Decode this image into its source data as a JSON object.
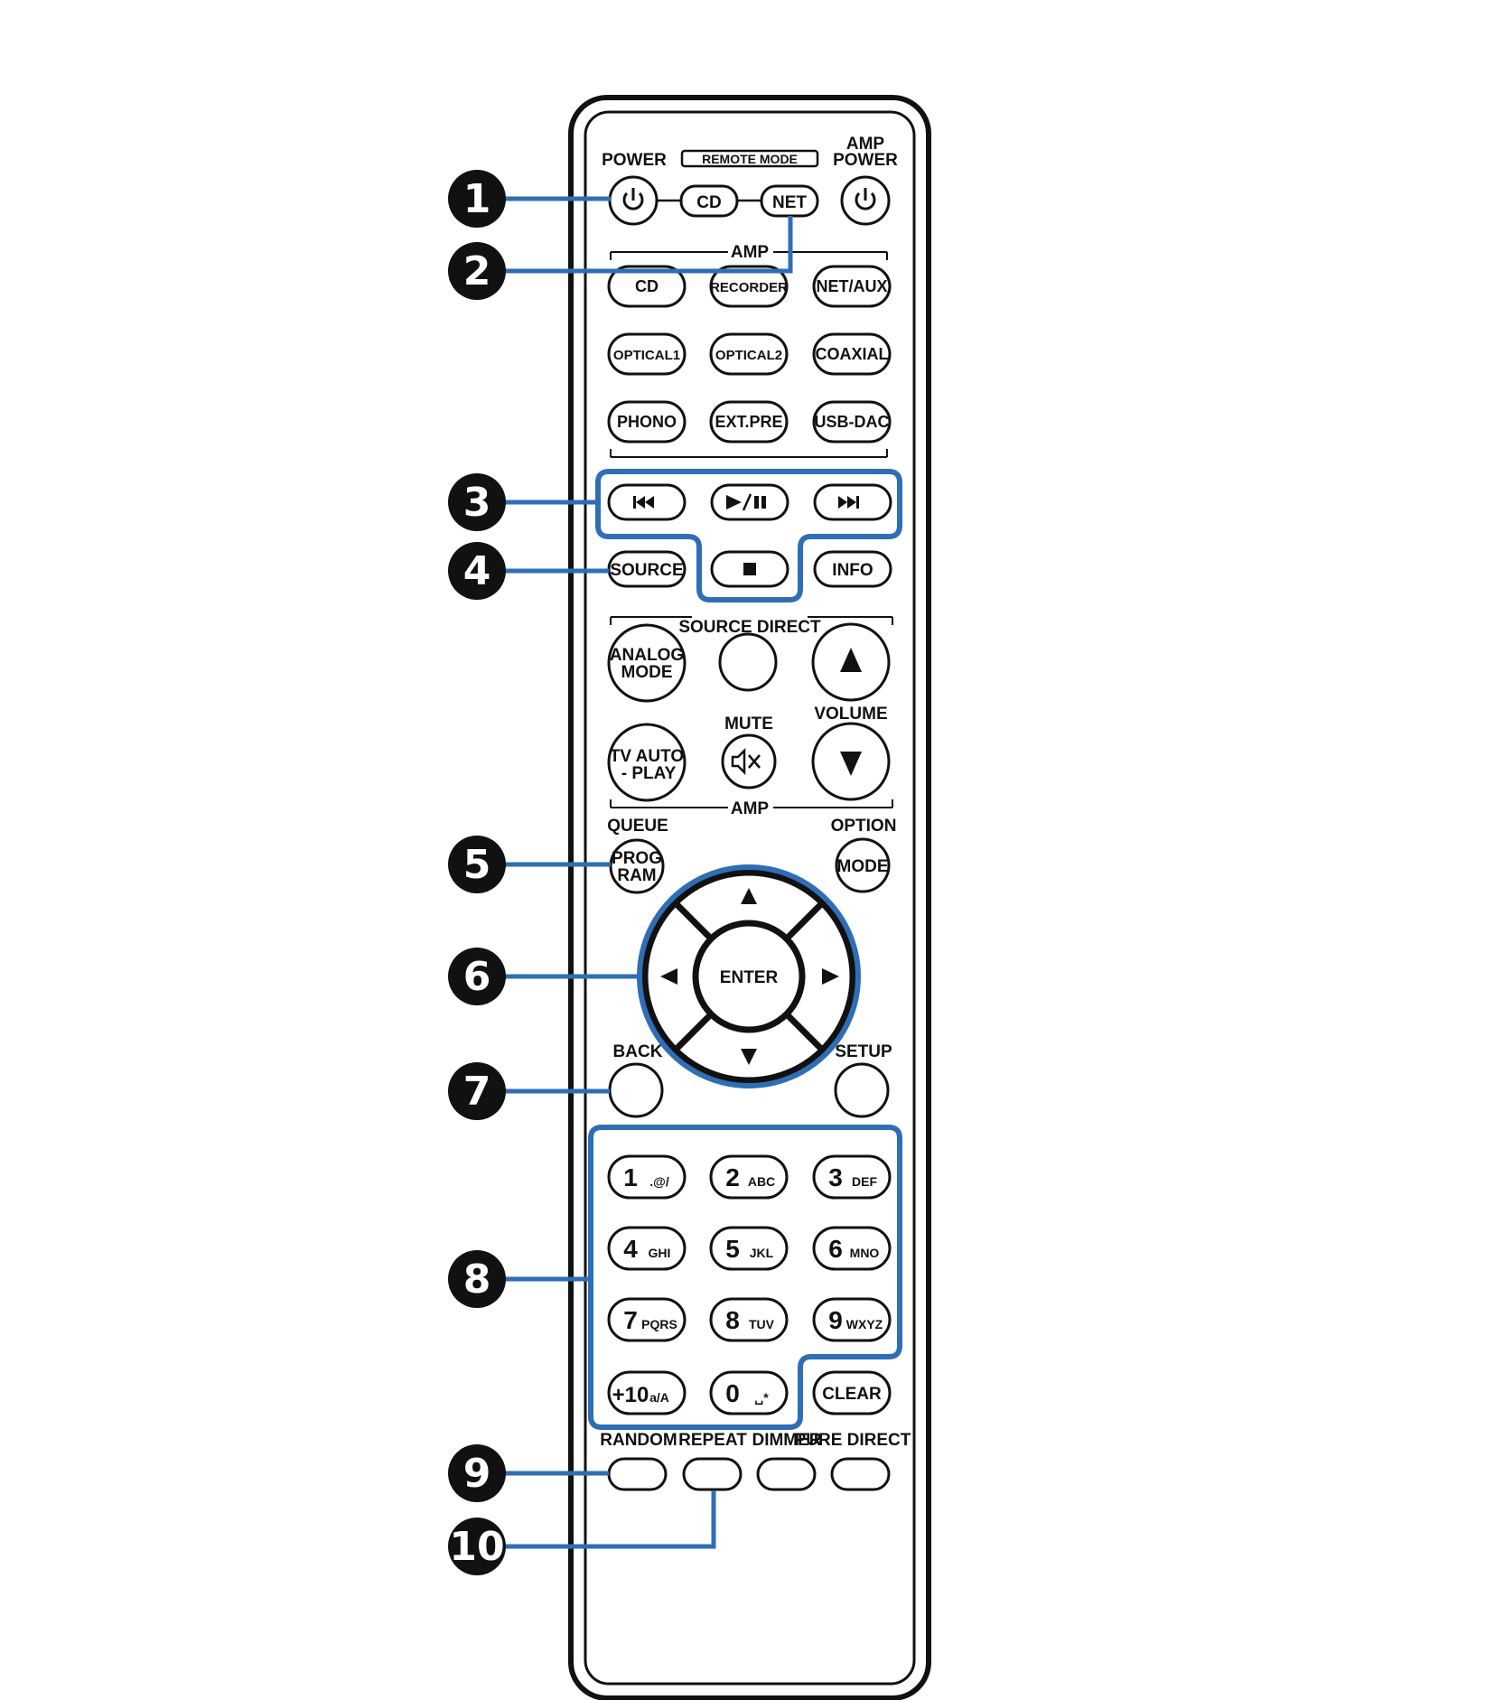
{
  "colors": {
    "accent": "#2f6eb5",
    "outline": "#111111",
    "background": "#ffffff"
  },
  "callouts": [
    "1",
    "2",
    "3",
    "4",
    "5",
    "6",
    "7",
    "8",
    "9",
    "10"
  ],
  "top": {
    "power": "POWER",
    "remote_mode": "REMOTE MODE",
    "cd": "CD",
    "net": "NET",
    "amp_power_1": "AMP",
    "amp_power_2": "POWER"
  },
  "amp_group": {
    "label": "AMP",
    "row1": [
      "CD",
      "RECORDER",
      "NET/AUX"
    ],
    "row2": [
      "OPTICAL1",
      "OPTICAL2",
      "COAXIAL"
    ],
    "row3": [
      "PHONO",
      "EXT.PRE",
      "USB-DAC"
    ]
  },
  "transport": {
    "prev_icon": "skip-previous-icon",
    "play_pause_icon": "play-pause-icon",
    "next_icon": "skip-next-icon",
    "stop_icon": "stop-icon"
  },
  "mid": {
    "source": "SOURCE",
    "info": "INFO"
  },
  "amp_group2": {
    "source_direct": "SOURCE DIRECT",
    "analog_mode_1": "ANALOG",
    "analog_mode_2": "MODE",
    "volume": "VOLUME",
    "mute": "MUTE",
    "tv_auto_1": "TV AUTO",
    "tv_auto_2": "- PLAY",
    "label": "AMP"
  },
  "nav": {
    "queue": "QUEUE",
    "program_1": "PROG",
    "program_2": "RAM",
    "option": "OPTION",
    "mode": "MODE",
    "enter": "ENTER",
    "back": "BACK",
    "setup": "SETUP"
  },
  "numpad": {
    "keys": [
      {
        "num": "1",
        "sub": ".@/"
      },
      {
        "num": "2",
        "sub": "ABC"
      },
      {
        "num": "3",
        "sub": "DEF"
      },
      {
        "num": "4",
        "sub": "GHI"
      },
      {
        "num": "5",
        "sub": "JKL"
      },
      {
        "num": "6",
        "sub": "MNO"
      },
      {
        "num": "7",
        "sub": "PQRS"
      },
      {
        "num": "8",
        "sub": "TUV"
      },
      {
        "num": "9",
        "sub": "WXYZ"
      },
      {
        "num": "+10",
        "sub": "a/A"
      },
      {
        "num": "0",
        "sub": "␣*"
      }
    ],
    "clear": "CLEAR"
  },
  "bottom": {
    "random": "RANDOM",
    "repeat": "REPEAT",
    "dimmer": "DIMMER",
    "pure_direct": "PURE DIRECT"
  }
}
